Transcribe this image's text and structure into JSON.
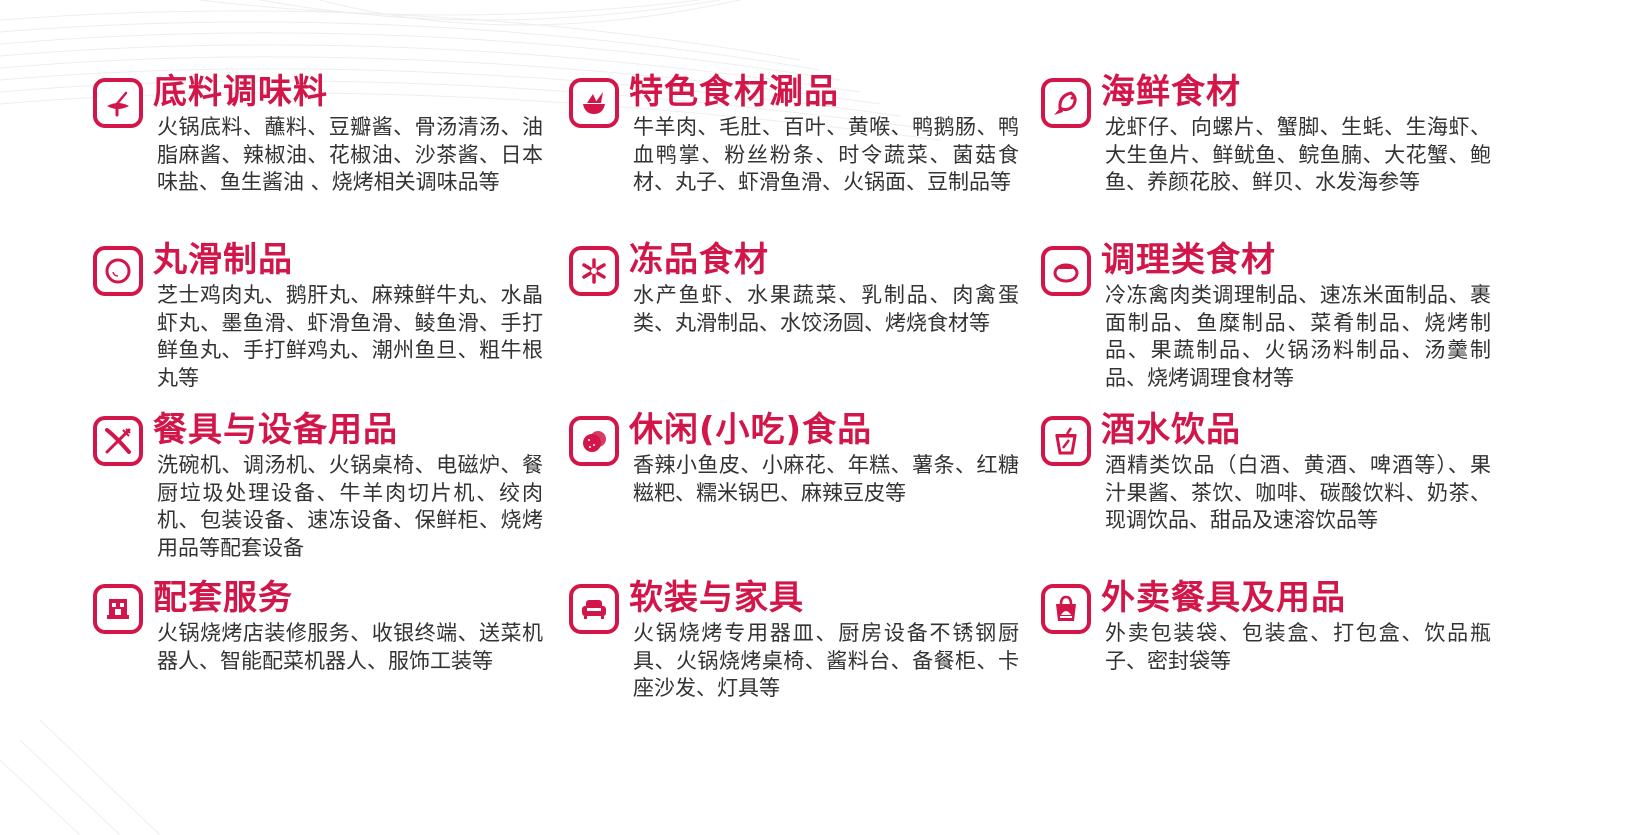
{
  "theme": {
    "accent": "#d2164a",
    "text": "#333333",
    "background": "#ffffff"
  },
  "categories": [
    {
      "id": "seasoning",
      "icon": "spoon-sauce-icon",
      "title": "底料调味料",
      "desc": "火锅底料、蘸料、豆瓣酱、骨汤清汤、油脂麻酱、辣椒油、花椒油、沙茶酱、日本味盐、鱼生酱油 、烧烤相关调味品等"
    },
    {
      "id": "specialty",
      "icon": "food-bowl-icon",
      "title": "特色食材涮品",
      "desc": "牛羊肉、毛肚、百叶、黄喉、鸭鹅肠、鸭血鸭掌、粉丝粉条、时令蔬菜、菌菇食材、丸子、虾滑鱼滑、火锅面、豆制品等"
    },
    {
      "id": "seafood",
      "icon": "fish-icon",
      "title": "海鲜食材",
      "desc": "龙虾仔、向螺片、蟹脚、生蚝、生海虾、大生鱼片、鲜鱿鱼、鲩鱼腩、大花蟹、鲍鱼、养颜花胶、鲜贝、水发海参等"
    },
    {
      "id": "balls",
      "icon": "meatball-icon",
      "title": "丸滑制品",
      "desc": "芝士鸡肉丸、鹅肝丸、麻辣鲜牛丸、水晶虾丸、墨鱼滑、虾滑鱼滑、鲮鱼滑、手打鲜鱼丸、手打鲜鸡丸、潮州鱼旦、粗牛根丸等"
    },
    {
      "id": "frozen",
      "icon": "snowflake-icon",
      "title": "冻品食材",
      "desc": "水产鱼虾、水果蔬菜、乳制品、肉禽蛋类、丸滑制品、水饺汤圆、烤烧食材等"
    },
    {
      "id": "prepared",
      "icon": "bun-icon",
      "title": "调理类食材",
      "desc": "冷冻禽肉类调理制品、速冻米面制品、裹面制品、鱼糜制品、菜肴制品、烧烤制品、果蔬制品、火锅汤料制品、汤羹制品、烧烤调理食材等"
    },
    {
      "id": "tableware",
      "icon": "fork-knife-icon",
      "title": "餐具与设备用品",
      "desc": "洗碗机、调汤机、火锅桌椅、电磁炉、餐厨垃圾处理设备、牛羊肉切片机、绞肉机、包装设备、速冻设备、保鲜柜、烧烤用品等配套设备"
    },
    {
      "id": "snacks",
      "icon": "cookie-icon",
      "title": "休闲(小吃)食品",
      "desc": "香辣小鱼皮、小麻花、年糕、薯条、红糖糍粑、糯米锅巴、麻辣豆皮等"
    },
    {
      "id": "drinks",
      "icon": "drink-cup-icon",
      "title": "酒水饮品",
      "desc": "酒精类饮品（白酒、黄酒、啤酒等）、果汁果酱、茶饮、咖啡、碳酸饮料、奶茶、现调饮品、甜品及速溶饮品等"
    },
    {
      "id": "services",
      "icon": "storefront-icon",
      "title": "配套服务",
      "desc": "火锅烧烤店装修服务、收银终端、送菜机器人、智能配菜机器人、服饰工装等"
    },
    {
      "id": "furniture",
      "icon": "sofa-icon",
      "title": "软装与家具",
      "desc": "火锅烧烤专用器皿、厨房设备不锈钢厨具、火锅烧烤桌椅、酱料台、备餐柜、卡座沙发、灯具等"
    },
    {
      "id": "takeaway",
      "icon": "shopping-bag-icon",
      "title": "外卖餐具及用品",
      "desc": "外卖包装袋、包装盒、打包盒、饮品瓶子、密封袋等"
    }
  ]
}
